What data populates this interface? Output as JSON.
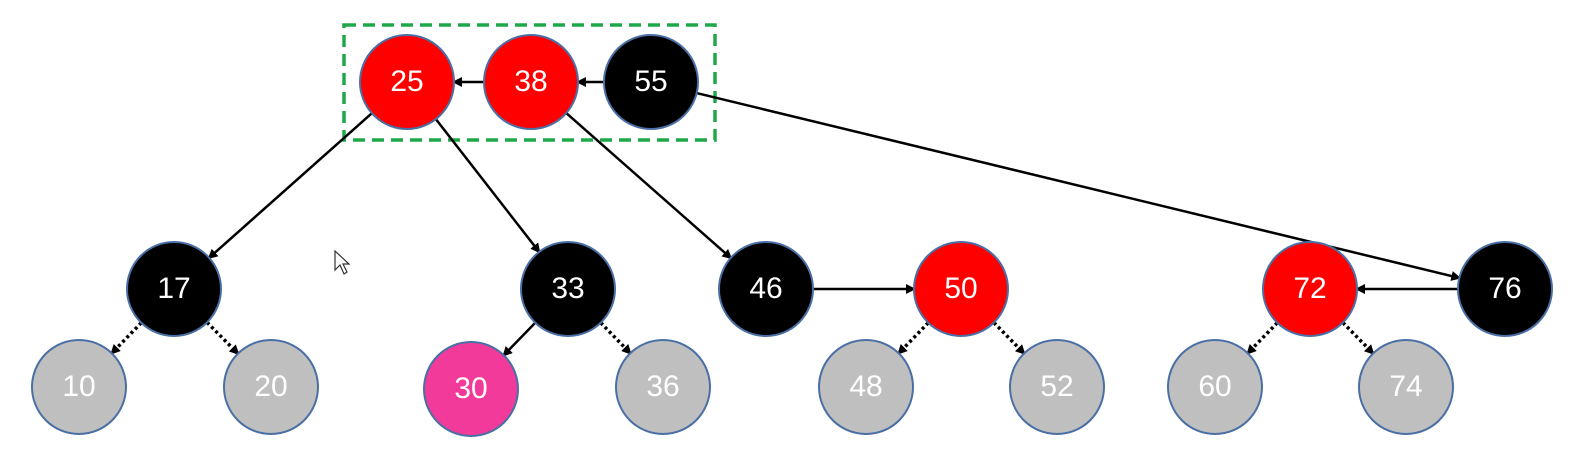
{
  "colors": {
    "black": "#000000",
    "red": "#ff0000",
    "pink": "#f23a9b",
    "gray": "#bfbfbf",
    "outline": "#4a6fa5",
    "group_box": "#1fa84a",
    "edge": "#000000"
  },
  "group": {
    "style": "dashed"
  },
  "nodes": [
    {
      "id": "n25",
      "label": "25",
      "fill": "red"
    },
    {
      "id": "n38",
      "label": "38",
      "fill": "red"
    },
    {
      "id": "n55",
      "label": "55",
      "fill": "black"
    },
    {
      "id": "n17",
      "label": "17",
      "fill": "black"
    },
    {
      "id": "n33",
      "label": "33",
      "fill": "black"
    },
    {
      "id": "n46",
      "label": "46",
      "fill": "black"
    },
    {
      "id": "n50",
      "label": "50",
      "fill": "red"
    },
    {
      "id": "n72",
      "label": "72",
      "fill": "red"
    },
    {
      "id": "n76",
      "label": "76",
      "fill": "black"
    },
    {
      "id": "n10",
      "label": "10",
      "fill": "gray"
    },
    {
      "id": "n20",
      "label": "20",
      "fill": "gray"
    },
    {
      "id": "n30",
      "label": "30",
      "fill": "pink"
    },
    {
      "id": "n36",
      "label": "36",
      "fill": "gray"
    },
    {
      "id": "n48",
      "label": "48",
      "fill": "gray"
    },
    {
      "id": "n52",
      "label": "52",
      "fill": "gray"
    },
    {
      "id": "n60",
      "label": "60",
      "fill": "gray"
    },
    {
      "id": "n74",
      "label": "74",
      "fill": "gray"
    }
  ],
  "edges": [
    {
      "from": "n38",
      "to": "n25",
      "style": "solid"
    },
    {
      "from": "n55",
      "to": "n38",
      "style": "solid"
    },
    {
      "from": "n25",
      "to": "n17",
      "style": "solid"
    },
    {
      "from": "n25",
      "to": "n33",
      "style": "solid"
    },
    {
      "from": "n38",
      "to": "n46",
      "style": "solid"
    },
    {
      "from": "n55",
      "to": "n76",
      "style": "solid"
    },
    {
      "from": "n46",
      "to": "n50",
      "style": "solid"
    },
    {
      "from": "n76",
      "to": "n72",
      "style": "solid"
    },
    {
      "from": "n33",
      "to": "n30",
      "style": "solid"
    },
    {
      "from": "n17",
      "to": "n10",
      "style": "dotted"
    },
    {
      "from": "n17",
      "to": "n20",
      "style": "dotted"
    },
    {
      "from": "n33",
      "to": "n36",
      "style": "dotted"
    },
    {
      "from": "n50",
      "to": "n48",
      "style": "dotted"
    },
    {
      "from": "n50",
      "to": "n52",
      "style": "dotted"
    },
    {
      "from": "n72",
      "to": "n60",
      "style": "dotted"
    },
    {
      "from": "n72",
      "to": "n74",
      "style": "dotted"
    }
  ]
}
